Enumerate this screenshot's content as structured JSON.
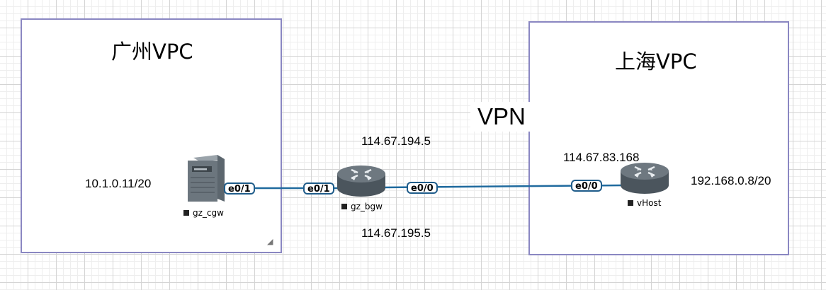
{
  "vpc_left": {
    "title": "广州VPC",
    "ip": "10.1.0.11/20"
  },
  "vpc_right": {
    "title": "上海VPC",
    "ip": "192.168.0.8/20"
  },
  "vpn": {
    "label": "VPN"
  },
  "devices": {
    "gz_cgw": {
      "name": "gz_cgw",
      "port": "e0/1"
    },
    "gz_bgw": {
      "name": "gz_bgw",
      "port_left": "e0/1",
      "port_right": "e0/0",
      "ip_top": "114.67.194.5",
      "ip_bottom": "114.67.195.5"
    },
    "vhost": {
      "name": "vHost",
      "port": "e0/0",
      "ip_top": "114.67.83.168"
    }
  },
  "colors": {
    "link": "#1f6a9e",
    "box_border": "#8a87c2",
    "router": "#5e6a74"
  },
  "icons": {
    "server": "server-icon",
    "router": "router-icon"
  }
}
